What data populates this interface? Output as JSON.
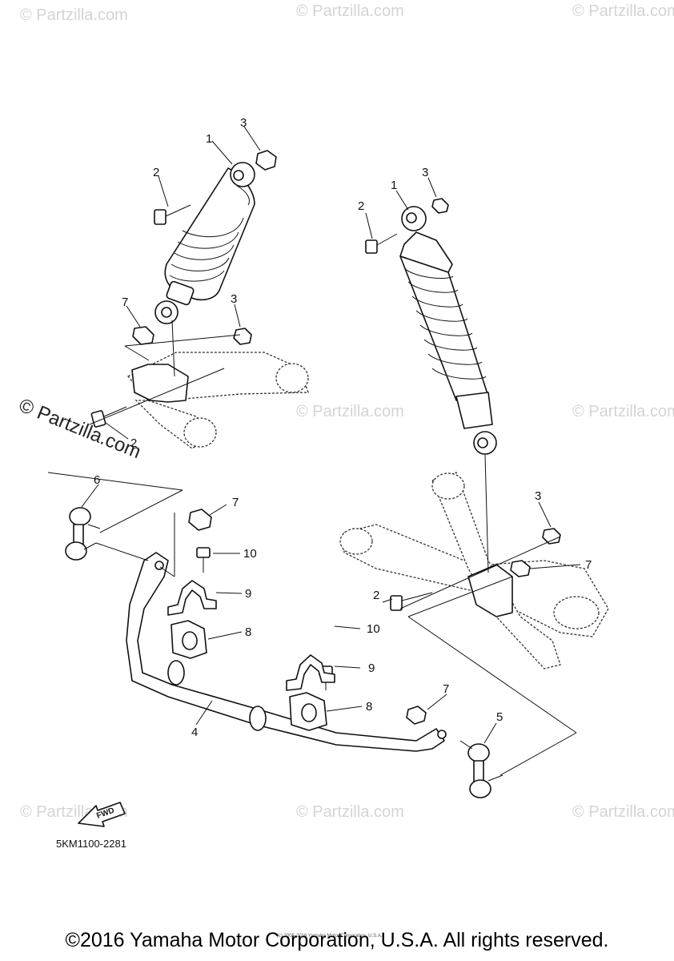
{
  "watermark": "© Partzilla.com",
  "callouts": {
    "n1": "1",
    "n2": "2",
    "n3": "3",
    "n4": "4",
    "n5": "5",
    "n6": "6",
    "n7": "7",
    "n8": "8",
    "n9": "9",
    "n10": "10"
  },
  "fwd_label": "FWD",
  "diagram_code": "5KM1100-2281",
  "small_copyright": "(c) 2005-2016 Yamaha Motor Corporation, U.S.A.",
  "copyright": "©2016 Yamaha Motor Corporation, U.S.A. All rights reserved."
}
